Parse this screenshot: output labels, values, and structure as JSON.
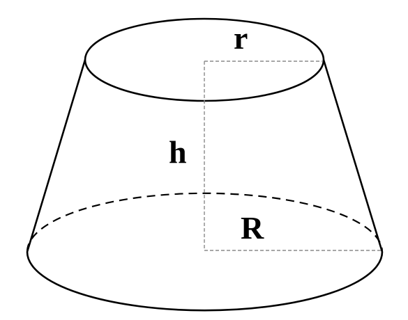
{
  "figure": {
    "labels": {
      "top_radius": "r",
      "height": "h",
      "bottom_radius": "R"
    },
    "colors": {
      "stroke": "#000000",
      "guide": "#8a8a8a",
      "background": "#ffffff"
    }
  }
}
